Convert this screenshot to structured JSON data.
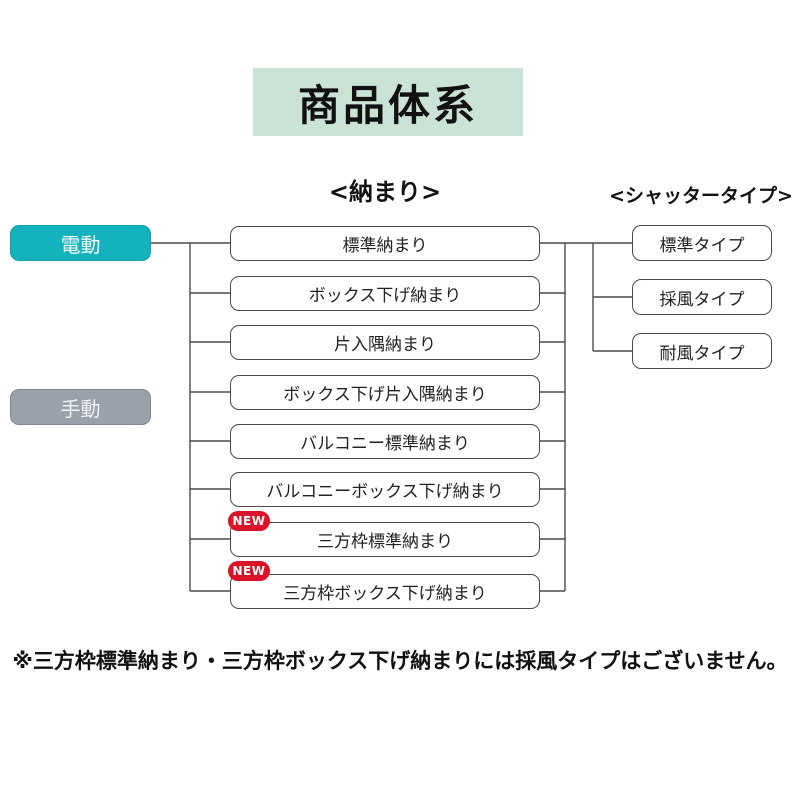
{
  "title": "商品体系",
  "diagram": {
    "drive_nodes": {
      "electric": {
        "label": "電動",
        "color": "#14b2bc"
      },
      "manual": {
        "label": "手動",
        "color": "#99a1aa"
      }
    },
    "nakamari": {
      "heading": "<納まり>",
      "items": [
        {
          "label": "標準納まり",
          "badge": ""
        },
        {
          "label": "ボックス下げ納まり",
          "badge": ""
        },
        {
          "label": "片入隅納まり",
          "badge": ""
        },
        {
          "label": "ボックス下げ片入隅納まり",
          "badge": ""
        },
        {
          "label": "バルコニー標準納まり",
          "badge": ""
        },
        {
          "label": "バルコニーボックス下げ納まり",
          "badge": ""
        },
        {
          "label": "三方枠標準納まり",
          "badge": "NEW"
        },
        {
          "label": "三方枠ボックス下げ納まり",
          "badge": "NEW"
        }
      ]
    },
    "shutter_types": {
      "heading": "<シャッタータイプ>",
      "items": [
        {
          "label": "標準タイプ"
        },
        {
          "label": "採風タイプ"
        },
        {
          "label": "耐風タイプ"
        }
      ]
    }
  },
  "note": "※三方枠標準納まり・三方枠ボックス下げ納まりには採風タイプはございません。",
  "colors": {
    "title_bg": "#cbe3d5",
    "electric_node": "#14b2bc",
    "manual_node": "#99a1aa",
    "new_badge": "#db1328",
    "connector_line": "#4a4a4a",
    "box_border": "#4a4a4a"
  }
}
